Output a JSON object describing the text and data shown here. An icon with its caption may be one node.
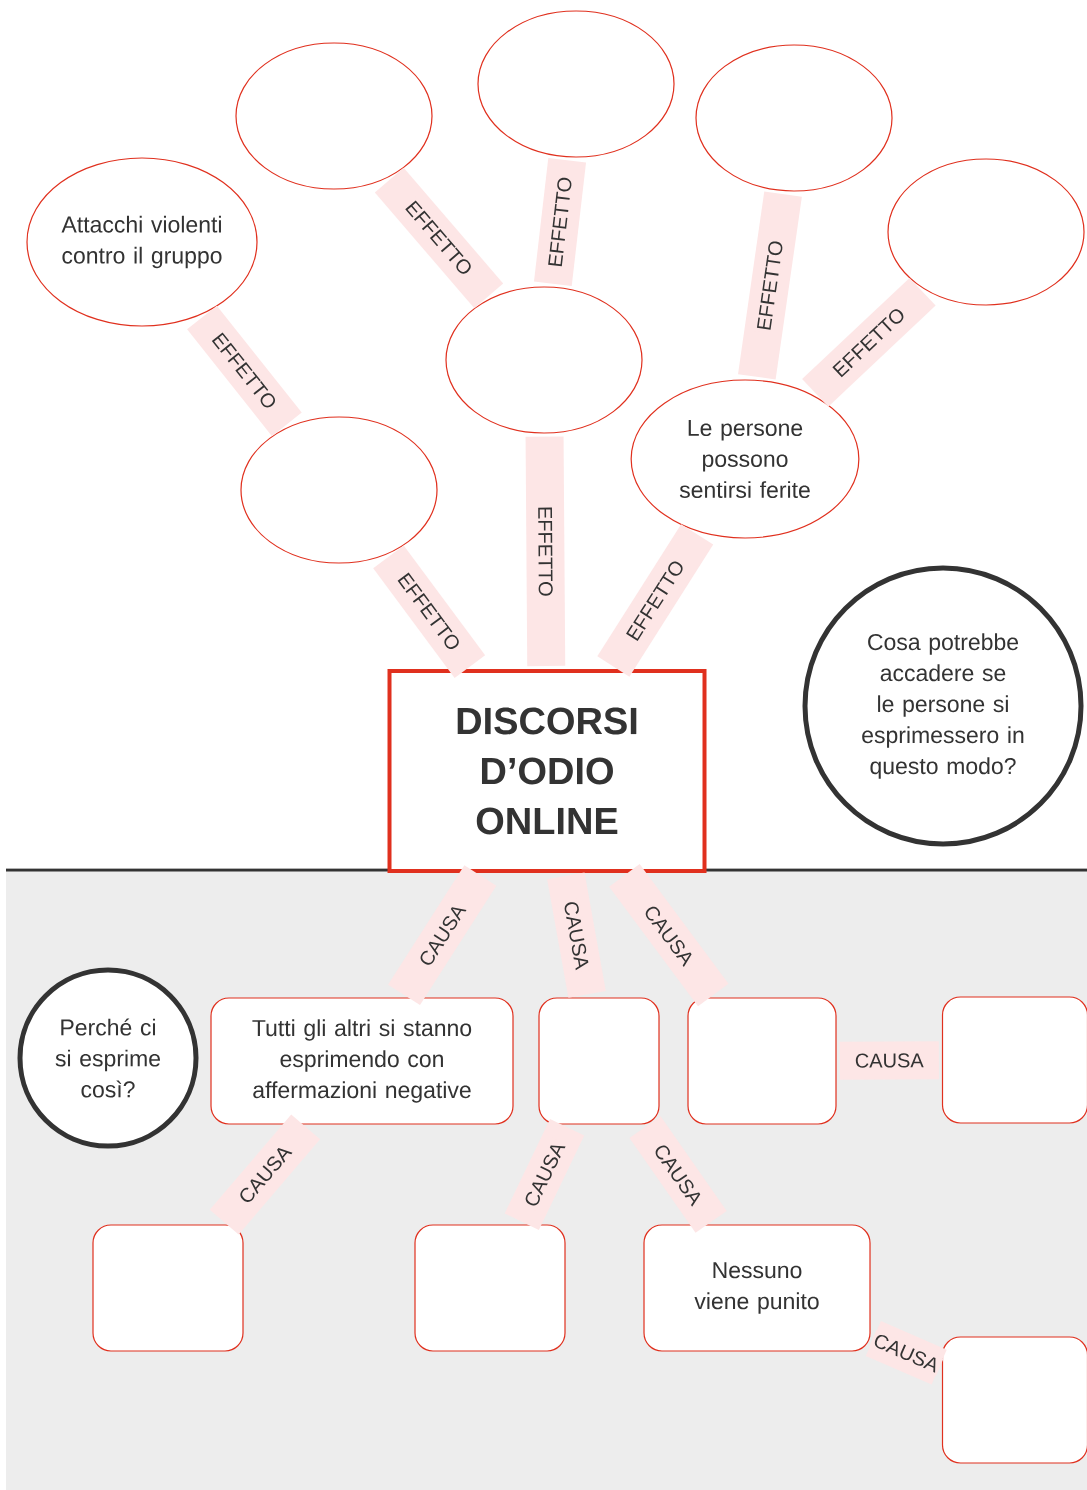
{
  "diagram": {
    "nodes": [
      {
        "text": [],
        "shape": "ellipse"
      },
      {
        "text": [],
        "shape": "ellipse"
      },
      {
        "text": [],
        "shape": "ellipse"
      },
      {
        "text": [],
        "shape": "ellipse"
      },
      {
        "text": [
          "Attacchi violenti contro il gruppo"
        ]
      },
      {
        "text": [],
        "shape": "ellipse"
      },
      {
        "text": [
          "Le persone possono sentirsi ferite"
        ]
      },
      {
        "text": [],
        "shape": "ellipse"
      },
      {
        "text": [
          "Cosa potrebbe accadere se le persone si esprimessero in questo modo?"
        ]
      },
      {
        "text": [
          "DISCORSI D’ODIO ONLINE"
        ]
      },
      {
        "text": [
          "Perché ci si esprime così?"
        ]
      },
      {
        "text": [
          "Tutti gli altri si stanno esprimendo con affermazioni negative"
        ]
      },
      {
        "text": [],
        "shape": "box"
      },
      {
        "text": [],
        "shape": "box"
      },
      {
        "text": [],
        "shape": "box"
      },
      {
        "text": [],
        "shape": "box"
      },
      {
        "text": [],
        "shape": "box"
      },
      {
        "text": [
          "Nessuno viene punito"
        ]
      },
      {
        "text": [],
        "shape": "box"
      }
    ],
    "edges": [
      {
        "from": 9,
        "to": 7,
        "arrow": "none",
        "label": "EFFETTO"
      },
      {
        "from": 9,
        "to": 5,
        "arrow": "none",
        "label": "EFFETTO"
      },
      {
        "from": 9,
        "to": 6,
        "arrow": "none",
        "label": "EFFETTO"
      },
      {
        "from": 7,
        "to": 4,
        "arrow": "none",
        "label": "EFFETTO"
      },
      {
        "from": 5,
        "to": 1,
        "arrow": "none",
        "label": "EFFETTO"
      },
      {
        "from": 5,
        "to": 0,
        "arrow": "none",
        "label": "EFFETTO"
      },
      {
        "from": 6,
        "to": 2,
        "arrow": "none",
        "label": "EFFETTO"
      },
      {
        "from": 6,
        "to": 3,
        "arrow": "none",
        "label": "EFFETTO"
      },
      {
        "from": 9,
        "to": 11,
        "arrow": "none",
        "label": "CAUSA"
      },
      {
        "from": 9,
        "to": 12,
        "arrow": "none",
        "label": "CAUSA"
      },
      {
        "from": 9,
        "to": 13,
        "arrow": "none",
        "label": "CAUSA"
      },
      {
        "from": 13,
        "to": 14,
        "arrow": "none",
        "label": "CAUSA"
      },
      {
        "from": 11,
        "to": 15,
        "arrow": "none",
        "label": "CAUSA"
      },
      {
        "from": 12,
        "to": 16,
        "arrow": "none",
        "label": "CAUSA"
      },
      {
        "from": 12,
        "to": 17,
        "arrow": "none",
        "label": "CAUSA"
      },
      {
        "from": 17,
        "to": 18,
        "arrow": "none",
        "label": "CAUSA"
      }
    ]
  }
}
